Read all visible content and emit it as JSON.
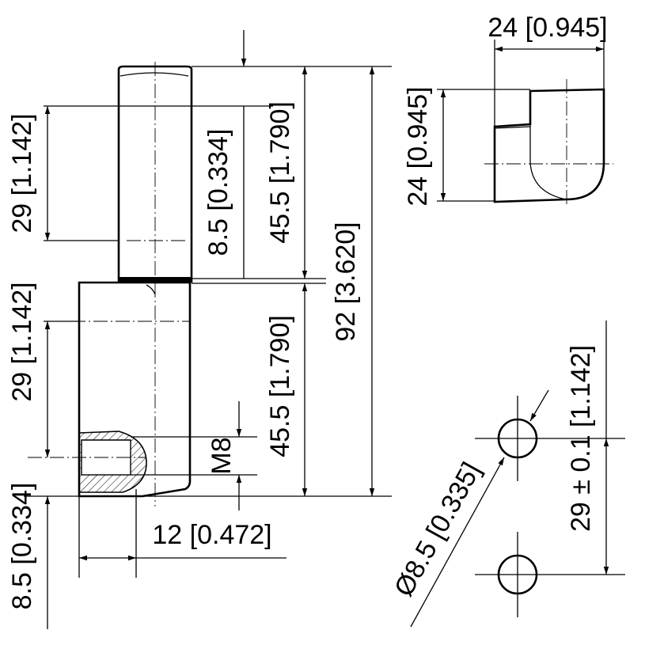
{
  "side_view": {
    "upper_pin_offset": "29 [1.142]",
    "upper_gap": "8.5 [0.334]",
    "upper_half_length": "45.5 [1.790]",
    "overall_length": "92 [3.620]",
    "lower_pin_offset": "29 [1.142]",
    "lower_half_length": "45.5 [1.790]",
    "thread": "M8",
    "base_offset": "8.5 [0.334]",
    "width": "12 [0.472]"
  },
  "top_view": {
    "width": "24 [0.945]",
    "depth": "24 [0.945]"
  },
  "hole_pattern": {
    "hole_diameter": "Ø8.5 [0.335]",
    "hole_spacing": "29 ± 0.1 [1.142]"
  }
}
